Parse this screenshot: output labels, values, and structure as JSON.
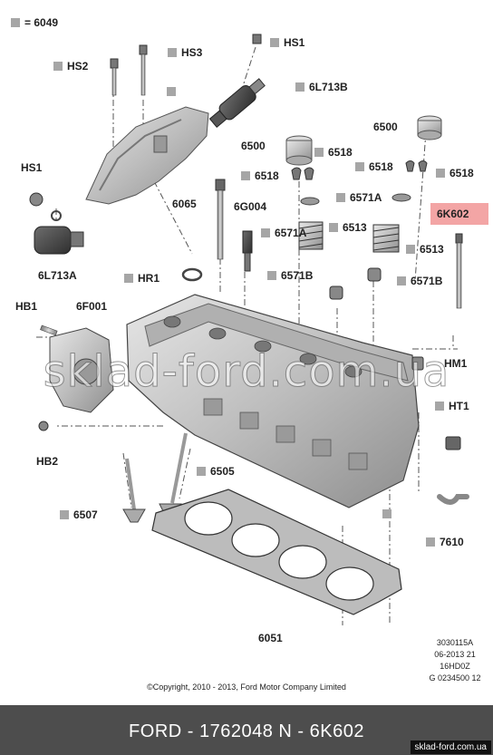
{
  "legend": {
    "text": "= 6049"
  },
  "callouts": {
    "hs2": "HS2",
    "hs3": "HS3",
    "hs1_top": "HS1",
    "c6l713b": "6L713B",
    "hs1_left": "HS1",
    "c6l713a": "6L713A",
    "c6500_left": "6500",
    "c6518_a": "6518",
    "c6518_b": "6518",
    "c6500_right": "6500",
    "c6518_c": "6518",
    "c6518_d": "6518",
    "c6065": "6065",
    "c6g004": "6G004",
    "c6571a_left": "6571A",
    "c6571a_right": "6571A",
    "c6513_left": "6513",
    "c6513_right": "6513",
    "c6571b_left": "6571B",
    "c6571b_right": "6571B",
    "hr1": "HR1",
    "hb1": "HB1",
    "c6f001": "6F001",
    "hm1": "HM1",
    "ht1": "HT1",
    "hb2": "HB2",
    "c6505": "6505",
    "c6507": "6507",
    "c7610": "7610",
    "c6051": "6051"
  },
  "highlight": {
    "label": "6K602",
    "color": "#f3a5a5"
  },
  "ref": {
    "line1": "3030115A",
    "line2": "06-2013 21",
    "line3": "16HD0Z",
    "line4": "G 0234500 12"
  },
  "copyright": "©Copyright, 2010 - 2013, Ford Motor Company Limited",
  "watermark": "sklad-ford.com.ua",
  "footer": {
    "title": "FORD - 1762048      N - 6K602",
    "site": "sklad-ford.com.ua"
  }
}
